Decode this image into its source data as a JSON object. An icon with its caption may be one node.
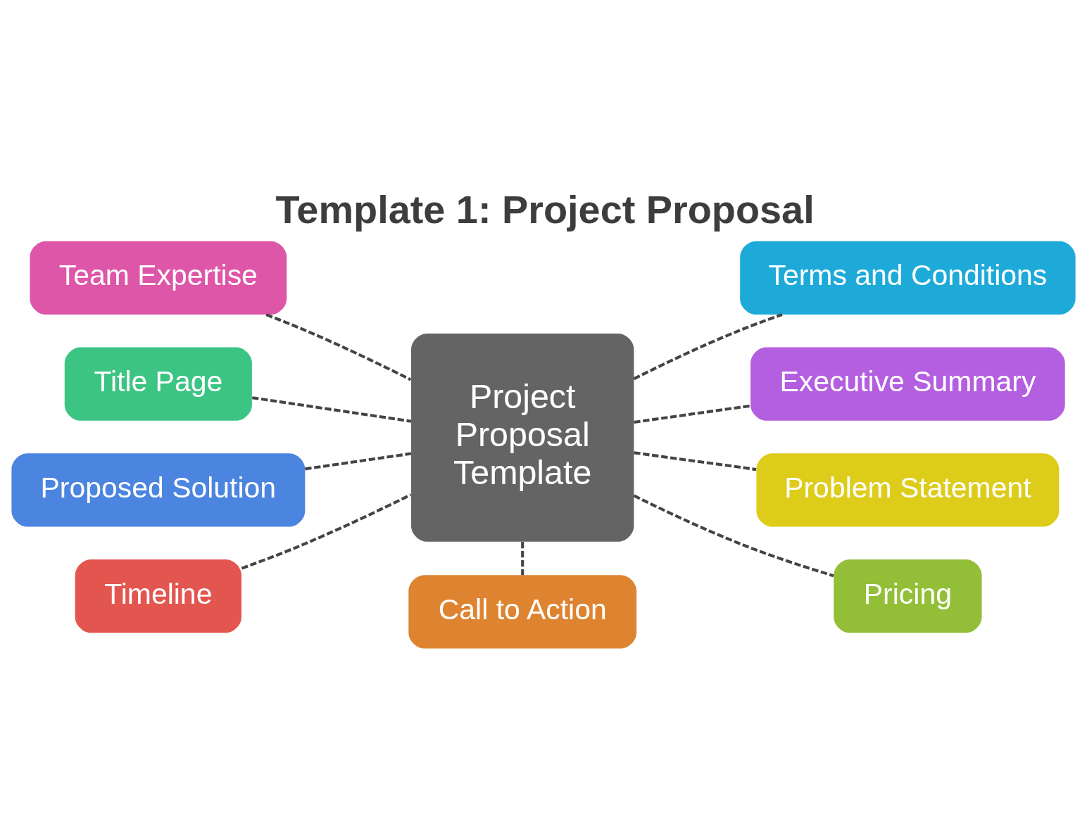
{
  "diagram": {
    "title": "Template 1: Project Proposal",
    "nodes": [
      {
        "text": [
          "Team Expertise"
        ]
      },
      {
        "text": [
          "Terms and Conditions"
        ]
      },
      {
        "text": [
          "Title Page"
        ]
      },
      {
        "text": [
          "Project Proposal Template"
        ]
      },
      {
        "text": [
          "Executive Summary"
        ]
      },
      {
        "text": [
          "Proposed Solution"
        ]
      },
      {
        "text": [
          "Problem Statement"
        ]
      },
      {
        "text": [
          "Timeline"
        ]
      },
      {
        "text": [
          "Pricing"
        ]
      },
      {
        "text": [
          "Call to Action"
        ]
      }
    ],
    "edges": [
      {
        "from": 0,
        "to": 3,
        "arrow": "none",
        "style": "dashed"
      },
      {
        "from": 3,
        "to": 1,
        "arrow": "none",
        "style": "dashed"
      },
      {
        "from": 2,
        "to": 3,
        "arrow": "none",
        "style": "dashed"
      },
      {
        "from": 3,
        "to": 4,
        "arrow": "none",
        "style": "dashed"
      },
      {
        "from": 5,
        "to": 3,
        "arrow": "none",
        "style": "dashed"
      },
      {
        "from": 3,
        "to": 6,
        "arrow": "none",
        "style": "dashed"
      },
      {
        "from": 7,
        "to": 3,
        "arrow": "none",
        "style": "dashed"
      },
      {
        "from": 3,
        "to": 8,
        "arrow": "none",
        "style": "dashed"
      },
      {
        "from": 3,
        "to": 9,
        "arrow": "none",
        "style": "dashed"
      }
    ]
  }
}
